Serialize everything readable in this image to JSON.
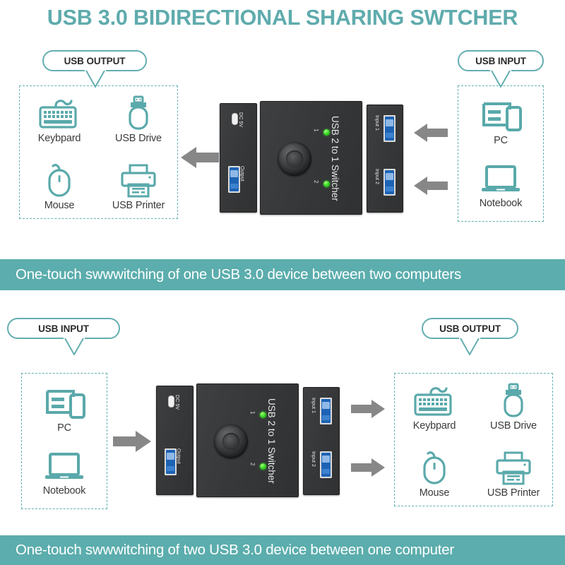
{
  "title": "USB 3.0 BIDIRECTIONAL SHARING SWTCHER",
  "sections": [
    {
      "id": "top",
      "left_callout": "USB OUTPUT",
      "right_callout": "USB INPUT",
      "banner": "One-touch swwwitching of one USB 3.0 device between two computers",
      "peripherals": [
        {
          "icon": "keyboard-icon",
          "label": "Keybpard"
        },
        {
          "icon": "usb-drive-icon",
          "label": "USB Drive"
        },
        {
          "icon": "mouse-icon",
          "label": "Mouse"
        },
        {
          "icon": "printer-icon",
          "label": "USB Printer"
        }
      ],
      "computers": [
        {
          "icon": "desktop-pc-icon",
          "label": "PC"
        },
        {
          "icon": "notebook-icon",
          "label": "Notebook"
        }
      ],
      "arrow_direction": "left"
    },
    {
      "id": "bottom",
      "left_callout": "USB INPUT",
      "right_callout": "USB OUTPUT",
      "banner": "One-touch swwwitching of two USB 3.0 device between one computer",
      "peripherals": [
        {
          "icon": "keyboard-icon",
          "label": "Keybpard"
        },
        {
          "icon": "usb-drive-icon",
          "label": "USB Drive"
        },
        {
          "icon": "mouse-icon",
          "label": "Mouse"
        },
        {
          "icon": "printer-icon",
          "label": "USB Printer"
        }
      ],
      "computers": [
        {
          "icon": "desktop-pc-icon",
          "label": "PC"
        },
        {
          "icon": "notebook-icon",
          "label": "Notebook"
        }
      ],
      "arrow_direction": "right"
    }
  ],
  "device": {
    "model_text": "USB 2 to 1 Switcher",
    "power_port": "DC 5V",
    "output_port": "Output",
    "input_ports": [
      "Input 1",
      "Input 2"
    ],
    "led_labels": [
      "1",
      "2"
    ],
    "button": "selector-button"
  },
  "colors": {
    "teal": "#5fabad",
    "banner_bg": "#5cadad",
    "icon_teal": "#5aa9ab",
    "dash_border": "#63b0b2",
    "arrow_gray": "#878787",
    "device_body": "#3a3b3d",
    "led_green": "#3ddb2a",
    "text_dark": "#2b2b2b"
  }
}
